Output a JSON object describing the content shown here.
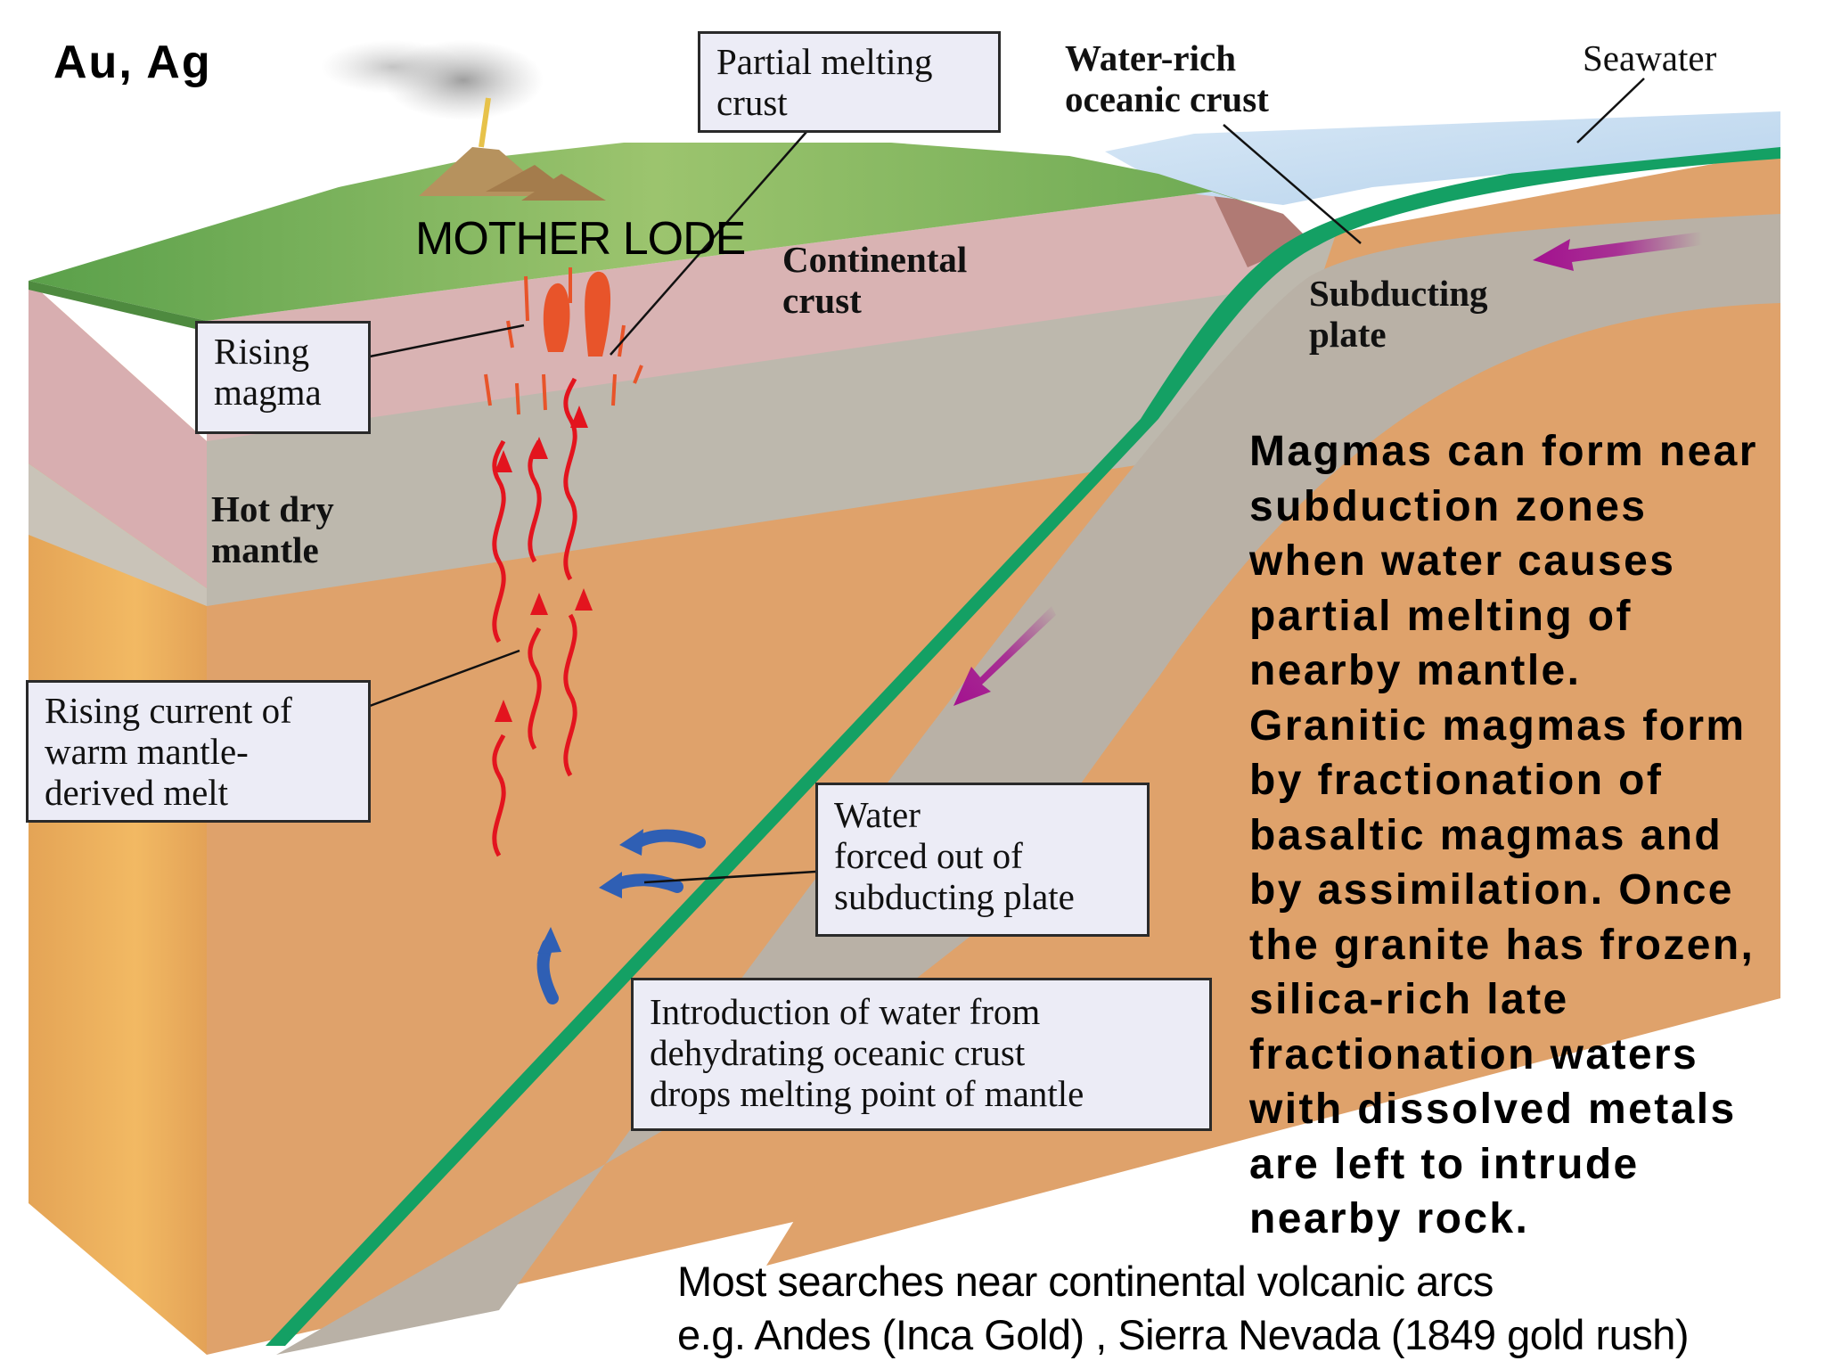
{
  "title": "Au, Ag",
  "colors": {
    "background": "#ffffff",
    "continental_crust": "#d9b3b3",
    "hot_dry_mantle": "#bdb8ad",
    "mantle": "#dfa26b",
    "mantle_side": "#eeb35e",
    "subducting_plate": "#b9b1a6",
    "oceanic_crust_green": "#14a064",
    "seawater": "#c5dcf0",
    "magma": "#e8542a",
    "heat_arrow": "#e3141e",
    "water_arrow": "#2f5fb4",
    "motion_arrow": "#a3118f",
    "label_box_fill": "#ececf6"
  },
  "diagram": {
    "annotations": {
      "mother_lode": "MOTHER LODE",
      "partial_melting": [
        "Partial melting",
        "crust"
      ],
      "water_rich": [
        "Water-rich",
        "oceanic crust"
      ],
      "seawater": "Seawater",
      "continental_crust": [
        "Continental",
        "crust"
      ],
      "subducting_plate": [
        "Subducting",
        "plate"
      ],
      "rising_magma": [
        "Rising",
        "magma"
      ],
      "hot_dry_mantle": [
        "Hot dry",
        "mantle"
      ],
      "rising_current": [
        "Rising current of",
        "warm mantle-",
        "derived melt"
      ],
      "water_forced": [
        "Water",
        "forced out of",
        "subducting plate"
      ],
      "introduction": [
        "Introduction of water from",
        "dehydrating oceanic crust",
        "drops melting point of mantle"
      ]
    },
    "icons": {
      "volcano": "volcano-icon",
      "heat_arrows": "wavy-up-arrow-icon",
      "water_arrows": "curved-arrow-icon",
      "plate_motion": "arrow-icon"
    }
  },
  "explanation": {
    "lines": [
      "Magmas can form near",
      "subduction zones",
      "when water causes",
      "partial melting of",
      "nearby mantle.",
      "Granitic magmas form",
      "by fractionation of",
      "basaltic magmas and",
      "by assimilation. Once",
      "the granite has frozen,",
      "silica-rich late",
      "fractionation waters",
      "with dissolved metals",
      "are left to intrude",
      "nearby rock."
    ]
  },
  "footer": {
    "lines": [
      "Most searches near continental volcanic arcs",
      "e.g. Andes (Inca Gold) , Sierra Nevada (1849 gold rush)"
    ]
  }
}
